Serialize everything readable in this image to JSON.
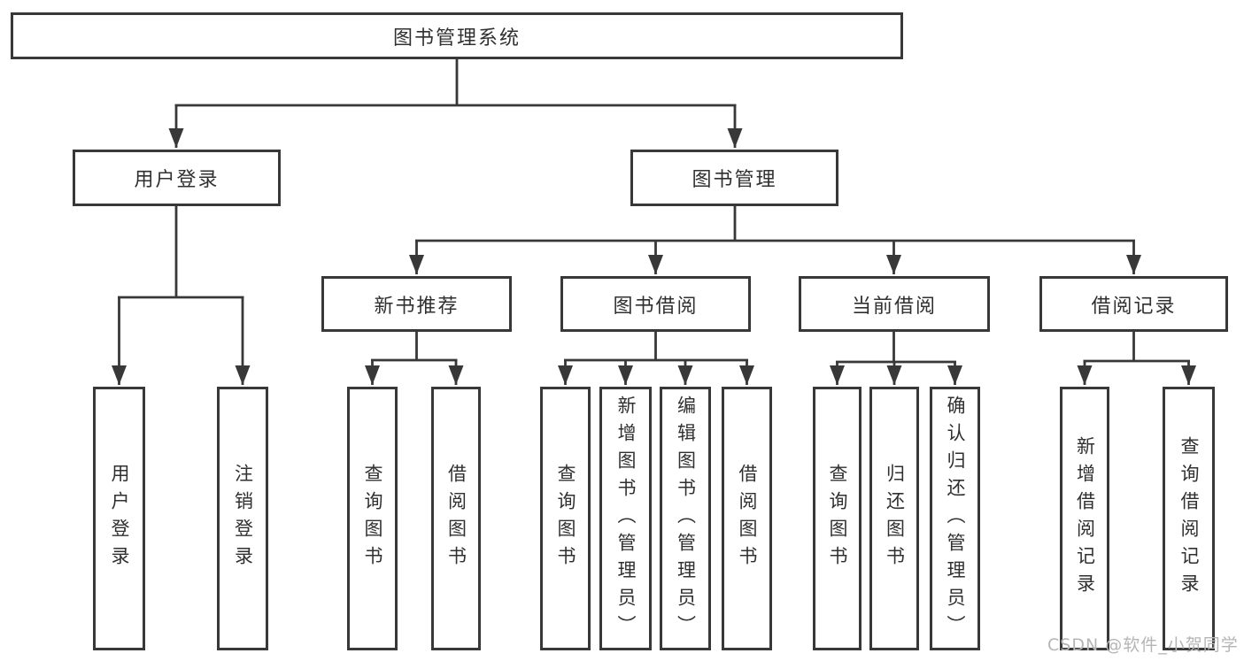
{
  "watermark": "CSDN @软件_小贺同学",
  "colors": {
    "line": "#383838",
    "box_border": "#383838",
    "text": "#303030",
    "background": "#ffffff",
    "watermark": "#b5b5b5"
  },
  "tree": {
    "label": "图书管理系统",
    "children": [
      {
        "label": "用户登录",
        "children": [
          {
            "label": "用户登录"
          },
          {
            "label": "注销登录"
          }
        ]
      },
      {
        "label": "图书管理",
        "children": [
          {
            "label": "新书推荐",
            "children": [
              {
                "label": "查询图书"
              },
              {
                "label": "借阅图书"
              }
            ]
          },
          {
            "label": "图书借阅",
            "children": [
              {
                "label": "查询图书"
              },
              {
                "label": "新增图书（管理员）"
              },
              {
                "label": "编辑图书（管理员）"
              },
              {
                "label": "借阅图书"
              }
            ]
          },
          {
            "label": "当前借阅",
            "children": [
              {
                "label": "查询图书"
              },
              {
                "label": "归还图书"
              },
              {
                "label": "确认归还（管理员）"
              }
            ]
          },
          {
            "label": "借阅记录",
            "children": [
              {
                "label": "新增借阅记录"
              },
              {
                "label": "查询借阅记录"
              }
            ]
          }
        ]
      }
    ]
  }
}
